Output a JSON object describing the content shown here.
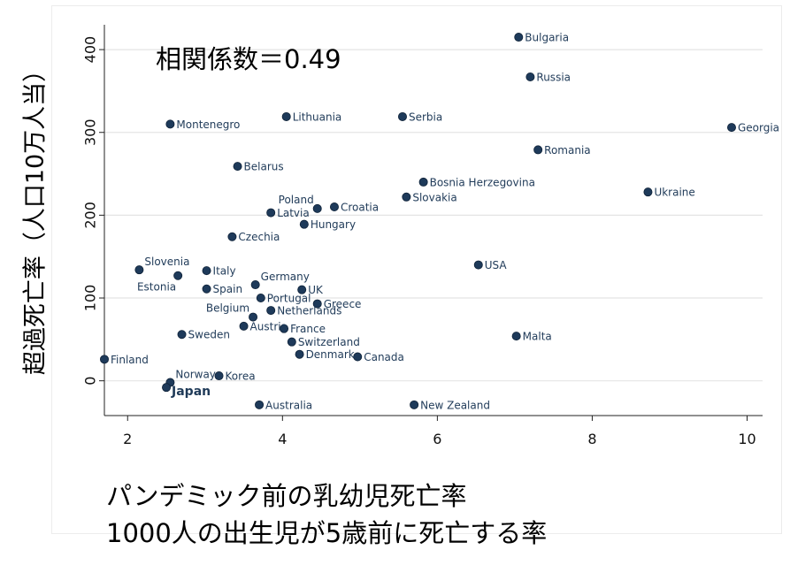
{
  "chart_data": {
    "type": "scatter",
    "annotation": "相関係数＝0.49",
    "ylabel": "超過死亡率（人口10万人当）",
    "xlabel_lines": [
      "パンデミック前の乳幼児死亡率",
      "1000人の出生児が5歳前に死亡する率"
    ],
    "xlim": [
      1.7,
      10.2
    ],
    "ylim": [
      -42,
      430
    ],
    "xticks": [
      2,
      4,
      6,
      8,
      10
    ],
    "yticks": [
      0,
      100,
      200,
      300,
      400
    ],
    "grid": "horizontal",
    "point_color": "#1e3a5a",
    "points": [
      {
        "label": "Bulgaria",
        "x": 7.05,
        "y": 415,
        "pos": "right"
      },
      {
        "label": "Russia",
        "x": 7.2,
        "y": 367,
        "pos": "right"
      },
      {
        "label": "Montenegro",
        "x": 2.55,
        "y": 310,
        "pos": "right"
      },
      {
        "label": "Lithuania",
        "x": 4.05,
        "y": 319,
        "pos": "right"
      },
      {
        "label": "Serbia",
        "x": 5.55,
        "y": 319,
        "pos": "right"
      },
      {
        "label": "Georgia",
        "x": 9.8,
        "y": 306,
        "pos": "right"
      },
      {
        "label": "Romania",
        "x": 7.3,
        "y": 279,
        "pos": "right"
      },
      {
        "label": "Belarus",
        "x": 3.42,
        "y": 259,
        "pos": "right"
      },
      {
        "label": "Bosnia Herzegovina",
        "x": 5.82,
        "y": 240,
        "pos": "right"
      },
      {
        "label": "Ukraine",
        "x": 8.72,
        "y": 228,
        "pos": "right"
      },
      {
        "label": "Slovakia",
        "x": 5.6,
        "y": 222,
        "pos": "right"
      },
      {
        "label": "Poland",
        "x": 4.45,
        "y": 208,
        "pos": "topleft"
      },
      {
        "label": "Croatia",
        "x": 4.67,
        "y": 210,
        "pos": "right"
      },
      {
        "label": "Latvia",
        "x": 3.85,
        "y": 203,
        "pos": "right"
      },
      {
        "label": "Hungary",
        "x": 4.28,
        "y": 189,
        "pos": "right"
      },
      {
        "label": "Czechia",
        "x": 3.35,
        "y": 174,
        "pos": "right"
      },
      {
        "label": "USA",
        "x": 6.53,
        "y": 140,
        "pos": "right"
      },
      {
        "label": "Slovenia",
        "x": 2.15,
        "y": 134,
        "pos": "topright"
      },
      {
        "label": "Italy",
        "x": 3.02,
        "y": 133,
        "pos": "right"
      },
      {
        "label": "Estonia",
        "x": 2.65,
        "y": 127,
        "pos": "bottomleft"
      },
      {
        "label": "Germany",
        "x": 3.65,
        "y": 116,
        "pos": "topright"
      },
      {
        "label": "Spain",
        "x": 3.02,
        "y": 111,
        "pos": "right"
      },
      {
        "label": "UK",
        "x": 4.25,
        "y": 110,
        "pos": "right"
      },
      {
        "label": "Portugal",
        "x": 3.72,
        "y": 100,
        "pos": "right"
      },
      {
        "label": "Greece",
        "x": 4.45,
        "y": 93,
        "pos": "right"
      },
      {
        "label": "Netherlands",
        "x": 3.85,
        "y": 85,
        "pos": "right"
      },
      {
        "label": "Belgium",
        "x": 3.62,
        "y": 77,
        "pos": "topleft"
      },
      {
        "label": "Austria",
        "x": 3.5,
        "y": 66,
        "pos": "right"
      },
      {
        "label": "France",
        "x": 4.02,
        "y": 63,
        "pos": "right"
      },
      {
        "label": "Sweden",
        "x": 2.7,
        "y": 56,
        "pos": "right"
      },
      {
        "label": "Malta",
        "x": 7.02,
        "y": 54,
        "pos": "right"
      },
      {
        "label": "Switzerland",
        "x": 4.12,
        "y": 47,
        "pos": "right"
      },
      {
        "label": "Denmark",
        "x": 4.22,
        "y": 32,
        "pos": "right"
      },
      {
        "label": "Canada",
        "x": 4.97,
        "y": 29,
        "pos": "right"
      },
      {
        "label": "Finland",
        "x": 1.7,
        "y": 26,
        "pos": "right"
      },
      {
        "label": "Korea",
        "x": 3.18,
        "y": 6,
        "pos": "right"
      },
      {
        "label": "Norway",
        "x": 2.55,
        "y": -2,
        "pos": "topright"
      },
      {
        "label": "Japan",
        "x": 2.5,
        "y": -8,
        "pos": "bottomright",
        "bold": true
      },
      {
        "label": "Australia",
        "x": 3.7,
        "y": -29,
        "pos": "right"
      },
      {
        "label": "New Zealand",
        "x": 5.7,
        "y": -29,
        "pos": "right"
      }
    ]
  }
}
